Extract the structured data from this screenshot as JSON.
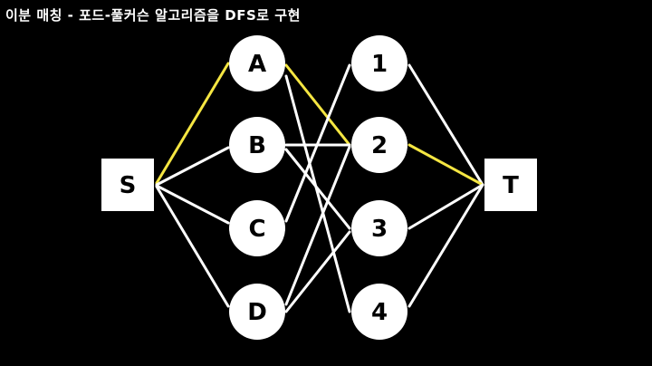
{
  "title": "이분 매칭 - 포드-풀커슨 알고리즘을 DFS로 구현",
  "colors": {
    "background": "#000000",
    "edge": "#ffffff",
    "highlight": "#f5e642",
    "node_fill": "#ffffff",
    "node_text": "#000000"
  },
  "nodes": [
    {
      "id": "S",
      "label": "S",
      "shape": "square"
    },
    {
      "id": "A",
      "label": "A",
      "shape": "circle"
    },
    {
      "id": "B",
      "label": "B",
      "shape": "circle"
    },
    {
      "id": "C",
      "label": "C",
      "shape": "circle"
    },
    {
      "id": "D",
      "label": "D",
      "shape": "circle"
    },
    {
      "id": "1",
      "label": "1",
      "shape": "circle"
    },
    {
      "id": "2",
      "label": "2",
      "shape": "circle"
    },
    {
      "id": "3",
      "label": "3",
      "shape": "circle"
    },
    {
      "id": "4",
      "label": "4",
      "shape": "circle"
    },
    {
      "id": "T",
      "label": "T",
      "shape": "square"
    }
  ],
  "edges": [
    {
      "from": "S",
      "to": "A",
      "highlight": true
    },
    {
      "from": "S",
      "to": "B",
      "highlight": false
    },
    {
      "from": "S",
      "to": "C",
      "highlight": false
    },
    {
      "from": "S",
      "to": "D",
      "highlight": false
    },
    {
      "from": "A",
      "to": "2",
      "highlight": true
    },
    {
      "from": "A",
      "to": "4",
      "highlight": false
    },
    {
      "from": "B",
      "to": "2",
      "highlight": false
    },
    {
      "from": "B",
      "to": "3",
      "highlight": false
    },
    {
      "from": "C",
      "to": "1",
      "highlight": false
    },
    {
      "from": "D",
      "to": "2",
      "highlight": false
    },
    {
      "from": "D",
      "to": "3",
      "highlight": false
    },
    {
      "from": "1",
      "to": "T",
      "highlight": false
    },
    {
      "from": "2",
      "to": "T",
      "highlight": true
    },
    {
      "from": "3",
      "to": "T",
      "highlight": false
    },
    {
      "from": "4",
      "to": "T",
      "highlight": false
    }
  ]
}
